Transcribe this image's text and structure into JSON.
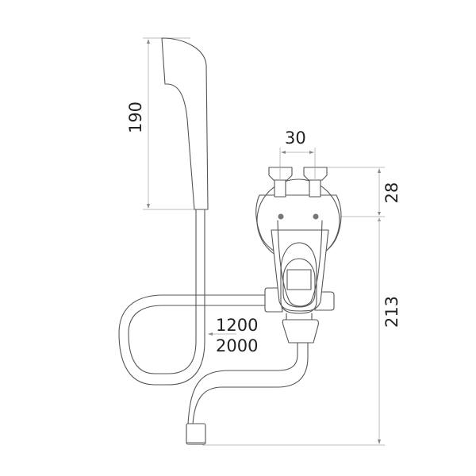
{
  "drawing": {
    "subject": "Bath mixer with hand shower and swivel spout",
    "colors": {
      "outline": "#555555",
      "dimension_line": "#bdbdbd",
      "text": "#222222",
      "arrow": "#888888",
      "background": "#ffffff"
    }
  },
  "dimensions": {
    "shower_head_height": "190",
    "inlet_spacing": "30",
    "inlet_height": "28",
    "body_to_spout_height": "213",
    "hose_length_min": "1200",
    "hose_length_max": "2000"
  }
}
